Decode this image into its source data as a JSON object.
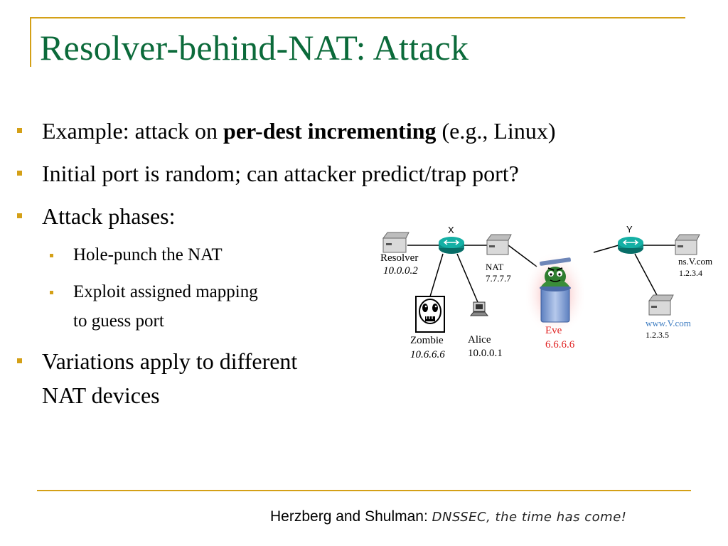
{
  "slide": {
    "title": "Resolver-behind-NAT: Attack",
    "bullets": {
      "b1_pre": "Example: attack on ",
      "b1_bold": "per-dest incrementing",
      "b1_post": " (e.g., Linux)",
      "b2": "Initial port is random; can attacker predict/trap port?",
      "b3": "Attack phases:",
      "b3_sub1": "Hole-punch the NAT",
      "b3_sub2_line1": "Exploit assigned mapping",
      "b3_sub2_line2": "to guess port",
      "b4_line1": "Variations apply to different",
      "b4_line2": "NAT devices"
    },
    "accent_color": "#d4a017",
    "title_color": "#0b6a3a"
  },
  "diagram": {
    "router_x": "X",
    "router_y": "Y",
    "resolver_name": "Resolver",
    "resolver_ip": "10.0.0.2",
    "nat_name": "NAT",
    "nat_ip": "7.7.7.7",
    "zombie_name": "Zombie",
    "zombie_ip": "10.6.6.6",
    "alice_name": "Alice",
    "alice_ip": "10.0.0.1",
    "eve_name": "Eve",
    "eve_ip": "6.6.6.6",
    "nsv_name": "ns.V.com",
    "nsv_ip": "1.2.3.4",
    "wwwv_name": "www.V.com",
    "wwwv_ip": "1.2.3.5",
    "colors": {
      "router": "#0c8f86",
      "eve_text": "#e02020",
      "link": "#3a7ac0",
      "can": "#7a9bd0"
    }
  },
  "footer": {
    "author": "Herzberg and Shulman: ",
    "work": "DNSSEC, the time has come!"
  }
}
